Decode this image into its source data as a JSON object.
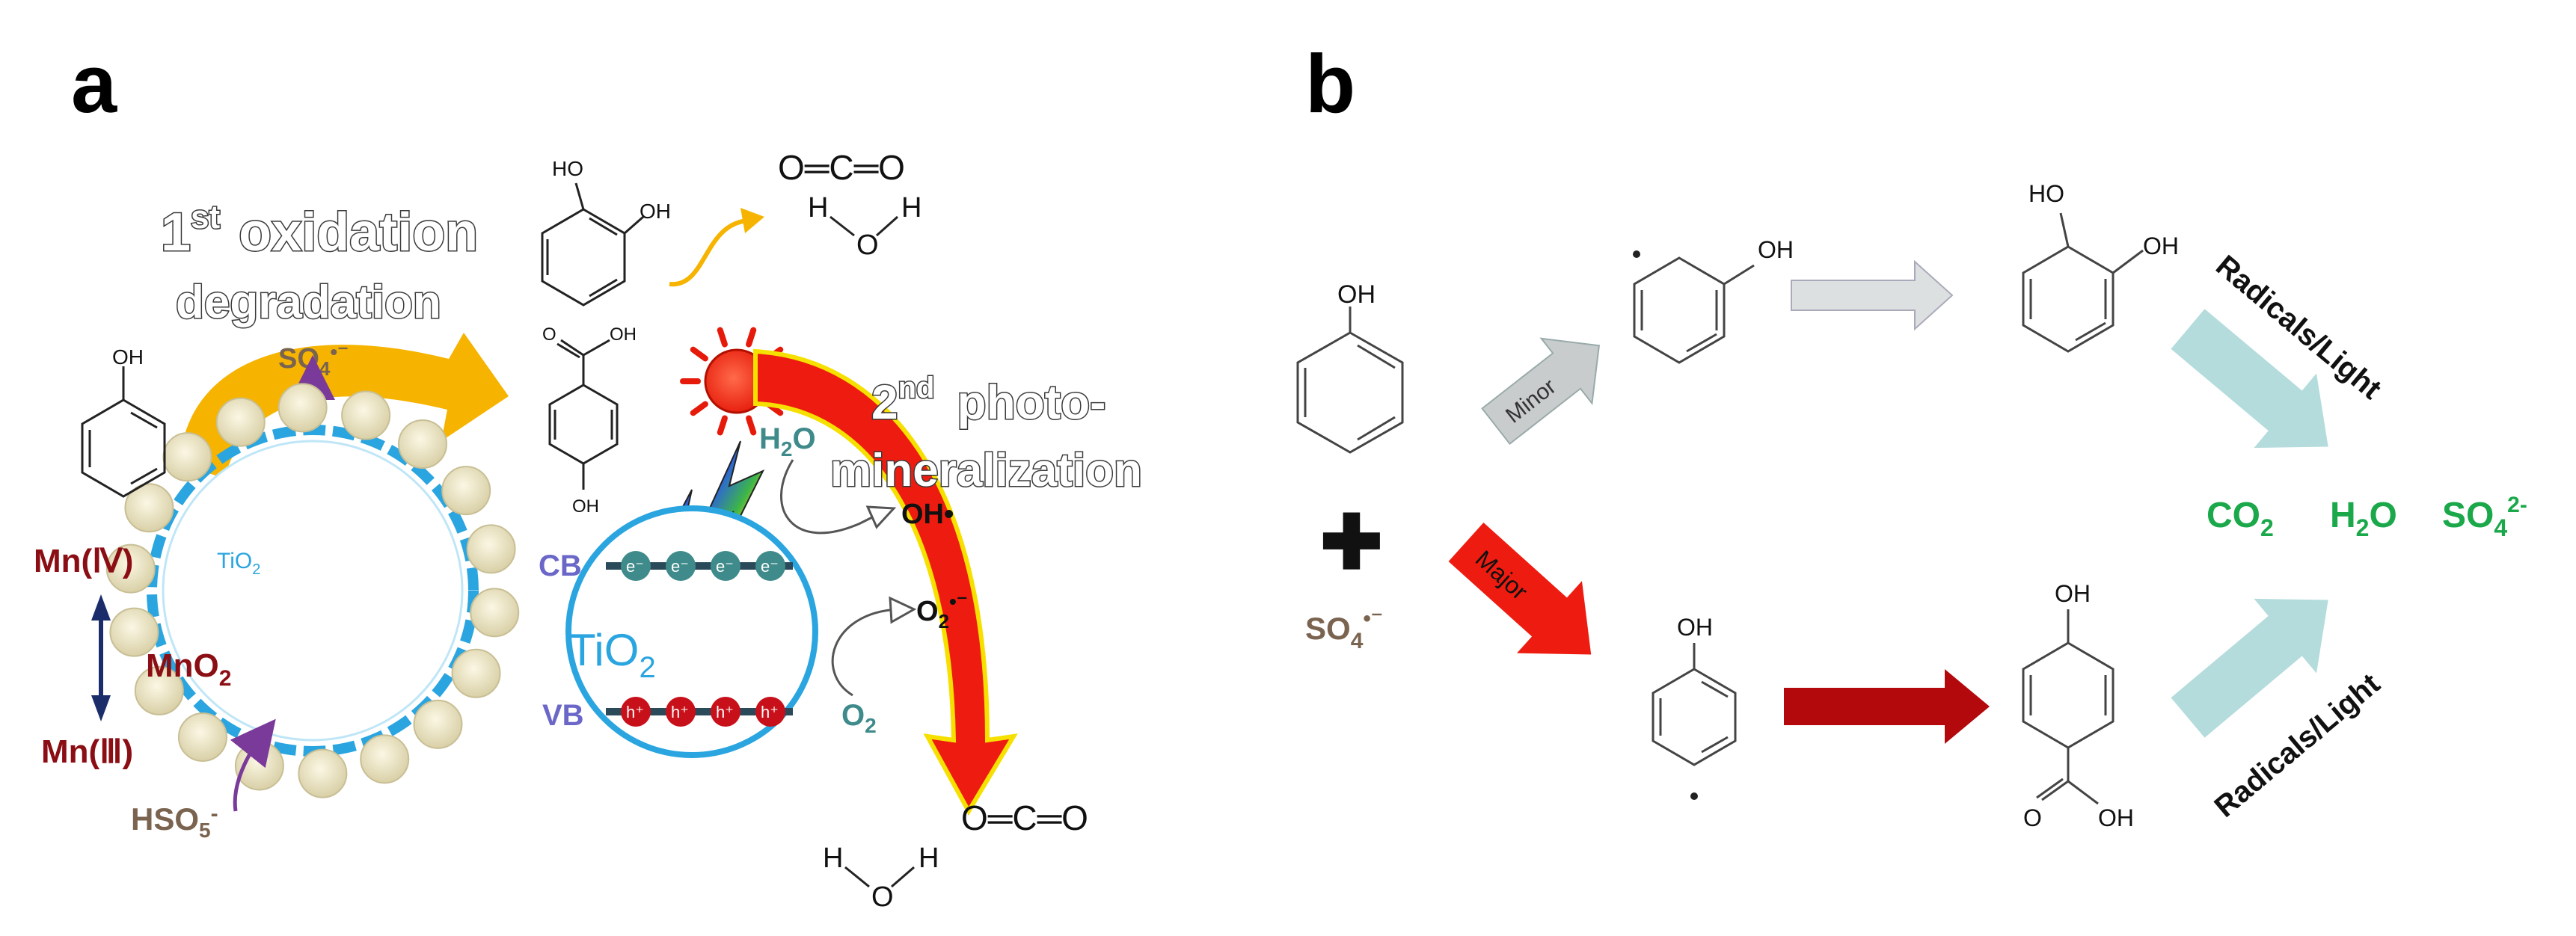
{
  "panel_a": {
    "letter": "a",
    "step1_ord": "1",
    "step1_sup": "st",
    "step1_word": "oxidation",
    "step1_word2": "degradation",
    "step2_ord": "2",
    "step2_sup": "nd",
    "step2_word": "photo-",
    "step2_word2": "mineralization",
    "sulfate_radical": "SO",
    "sulfate_sub": "4",
    "sulfate_sup": "•⁻",
    "hso5": "HSO",
    "hso5_sub": "5",
    "hso5_sup": "-",
    "mn_iv": "Mn(Ⅳ)",
    "mn_iii": "Mn(Ⅲ)",
    "mno2": "MnO",
    "mno2_sub": "2",
    "tio2_small": "TiO",
    "tio2_small_sub": "2",
    "tio2_big": "TiO",
    "tio2_big_sub": "2",
    "cb": "CB",
    "vb": "VB",
    "electron": "e⁻",
    "hole": "h⁺",
    "h2o": "H",
    "h2o_sub": "2",
    "h2o_tail": "O",
    "oh_radical": "OH•",
    "o2_radical": "O",
    "o2_radical_sub": "2",
    "o2_radical_sup": "•⁻",
    "o2": "O",
    "o2_sub": "2",
    "co2_mol": "O═C═O",
    "h2o_mol_h1": "H",
    "h2o_mol_h2": "H",
    "h2o_mol_o": "O",
    "ho": "HO",
    "oh": "OH",
    "cooh_h": "OH",
    "cooh_o": "O"
  },
  "panel_b": {
    "letter": "b",
    "phenol_oh": "OH",
    "plus": "✚",
    "sulfate": "SO",
    "sulfate_sub": "4",
    "sulfate_sup": "•⁻",
    "minor": "Minor",
    "major": "Major",
    "radical_oh": "OH",
    "catechol_ho": "HO",
    "catechol_oh": "OH",
    "para_oh": "OH",
    "hba_oh": "OH",
    "hba_cooh_oh": "OH",
    "hba_cooh_o": "O",
    "radicals_light_top": "Radicals/Light",
    "radicals_light_bottom": "Radicals/Light",
    "product_co2": "CO",
    "product_co2_sub": "2",
    "product_h2o": "H",
    "product_h2o_sub": "2",
    "product_h2o_tail": "O",
    "product_so4": "SO",
    "product_so4_sub": "4",
    "product_so4_sup": "2-"
  },
  "colors": {
    "yellow_arrow": "#f6b400",
    "red_arrow": "#ee1c10",
    "tio2_blue": "#2aa5e0",
    "mn_red": "#8b0e14",
    "cb_vb": "#6a67c8",
    "teal": "#3f8a8a",
    "purple": "#7a3a9a",
    "brown": "#7a6450",
    "green_product": "#1aa84a",
    "grey_arrow": "#c9cccc",
    "dark_red_arrow": "#b3080c",
    "light_blue_arrow": "#b4dcdc"
  }
}
